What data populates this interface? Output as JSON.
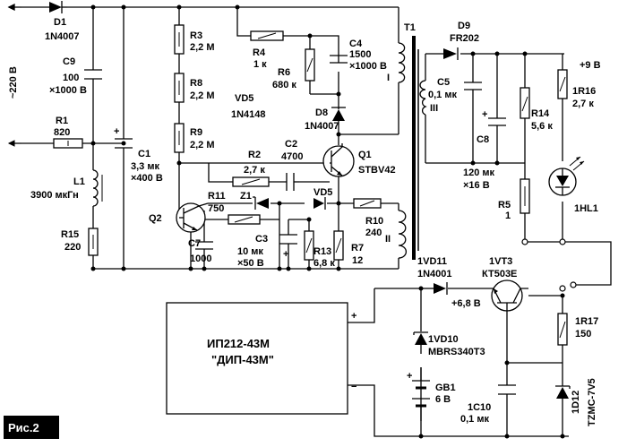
{
  "figure_label": "Рис.2",
  "module": {
    "line1": "ИП212-43М",
    "line2": "\"ДИП-43М\"",
    "plus": "+",
    "minus": "−"
  },
  "mains": {
    "label": "~220 В"
  },
  "labels": {
    "D1_ref": "D1",
    "D1_val": "1N4007",
    "C9_ref": "C9",
    "C9_v1": "100",
    "C9_v2": "×1000 В",
    "R1_ref": "R1",
    "R1_val": "820",
    "C1_ref": "C1",
    "C1_v1": "3,3 мк",
    "C1_v2": "×400 В",
    "L1_ref": "L1",
    "L1_val": "3900 мкГн",
    "R15_ref": "R15",
    "R15_val": "220",
    "R3_ref": "R3",
    "R3_val": "2,2 М",
    "R8_ref": "R8",
    "R8_val": "2,2 М",
    "R9_ref": "R9",
    "R9_val": "2,2 М",
    "R4_ref": "R4",
    "R4_val": "1 к",
    "R6_ref": "R6",
    "R6_val": "680 к",
    "C4_ref": "C4",
    "C4_v1": "1500",
    "C4_v2": "×1000 В",
    "VD5_ref": "VD5",
    "VD5_val": "1N4148",
    "D8_ref": "D8",
    "D8_val": "1N4007",
    "T1_ref": "T1",
    "T1_w1": "I",
    "T1_w2": "II",
    "T1_w3": "III",
    "R2_ref": "R2",
    "R2_val": "2,7 к",
    "C2_ref": "C2",
    "C2_val": "4700",
    "Q1_ref": "Q1",
    "Q1_val": "STBV42",
    "R11_ref": "R11",
    "R11_val": "750",
    "Z1_ref": "Z1",
    "VD5b_ref": "VD5",
    "Q2_ref": "Q2",
    "C7_ref": "C7",
    "C7_val": "1000",
    "C3_ref": "C3",
    "C3_v1": "10 мк",
    "C3_v2": "×50 В",
    "R13_ref": "R13",
    "R13_val": "6,8 к",
    "R7_ref": "R7",
    "R7_val": "12",
    "R10_ref": "R10",
    "R10_val": "240",
    "D9_ref": "D9",
    "D9_val": "FR202",
    "C5_ref": "C5",
    "C5_val": "0,1 мк",
    "C8_ref": "C8",
    "C8_v1": "120 мк",
    "C8_v2": "×16 В",
    "R14_ref": "R14",
    "R14_val": "5,6 к",
    "R5_ref": "R5",
    "R5_val": "1",
    "plus9": "+9 В",
    "R16_ref": "1R16",
    "R16_val": "2,7 к",
    "HL1_ref": "1HL1",
    "VD11_ref": "1VD11",
    "VD11_val": "1N4001",
    "VT3_ref": "1VT3",
    "VT3_val": "КТ503Е",
    "plus68": "+6,8 В",
    "VD10_ref": "1VD10",
    "VD10_val": "MBRS340T3",
    "R17_ref": "1R17",
    "R17_val": "150",
    "GB1_ref": "GB1",
    "GB1_val": "6 В",
    "C10_ref": "1C10",
    "C10_val": "0,1 мк",
    "D12_ref": "1D12",
    "D12_val": "TZMC-7V5"
  }
}
